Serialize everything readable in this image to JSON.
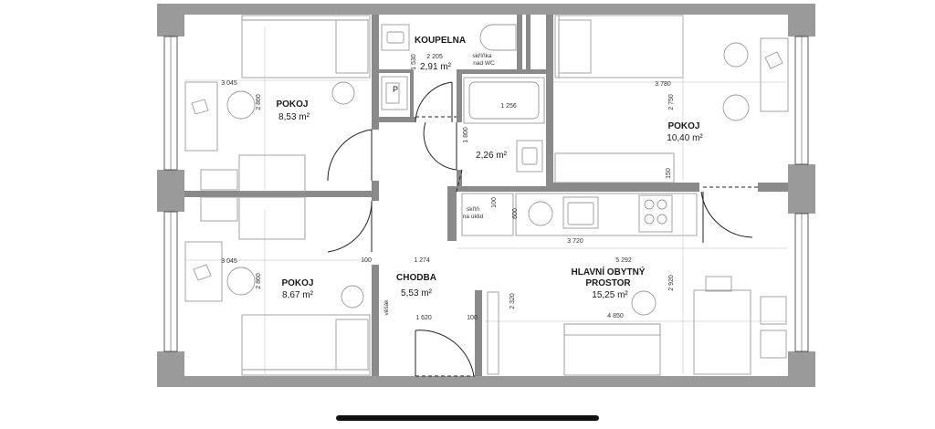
{
  "rooms": {
    "room1": {
      "name": "POKOJ",
      "area": "8,53 m²"
    },
    "room2": {
      "name": "POKOJ",
      "area": "8,67 m²"
    },
    "room3": {
      "name": "POKOJ",
      "area": "10,40 m²"
    },
    "bathroom": {
      "name": "KOUPELNA",
      "area": "2,91 m²"
    },
    "wc": {
      "area": "2,26 m²"
    },
    "hall": {
      "name": "CHODBA",
      "area": "5,53 m²"
    },
    "living": {
      "name_line1": "HLAVNÍ OBYTNÝ",
      "name_line2": "PROSTOR",
      "area": "15,25 m²"
    }
  },
  "notes": {
    "cabinet_over_wc_line1": "skříňka",
    "cabinet_over_wc_line2": "nad WC",
    "cleaning_closet_line1": "skříň",
    "cleaning_closet_line2": "na úklid",
    "hall_cabinet": "věšák",
    "heater": "P"
  },
  "dimensions": {
    "room1_width": "3 045",
    "room1_depth": "2 860",
    "room2_width": "3 045",
    "room2_depth": "2 860",
    "room3_width": "3 780",
    "room3_depth": "2 750",
    "room3_offset": "150",
    "bath_width": "2 205",
    "bath_depth": "1 530",
    "wc_width": "1 256",
    "wc_depth": "1 800",
    "closet_depth": "100",
    "closet_width": "600",
    "kitchen_width": "3 720",
    "living_width": "5 292",
    "living_depth": "2 920",
    "living_inner": "4 850",
    "hall_width": "1 274",
    "hall_wall": "100",
    "entry_width": "1 620",
    "entry_wall": "100",
    "hall_depth": "2 320"
  }
}
